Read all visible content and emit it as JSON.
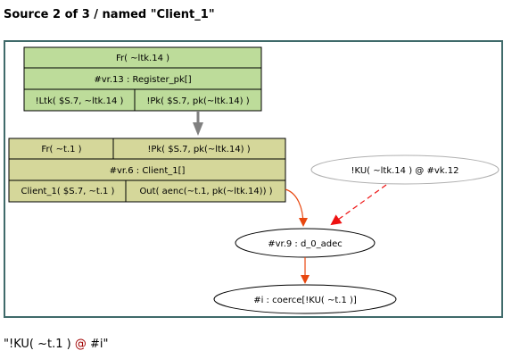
{
  "heading": "Source 2 of 3 / named \"Client_1\"",
  "colors": {
    "frame": "#3f6a6a",
    "register_node_fill": "#bddc9a",
    "client_node_fill": "#d5d79a",
    "edge_gray": "#808080",
    "edge_orange": "#e8470f",
    "edge_red_dashed": "#ee1111",
    "ellipse_gray_stroke": "#b0b0b0"
  },
  "nodes": {
    "register": {
      "top": "Fr( ~ltk.14 )",
      "middle": "#vr.13 : Register_pk[]",
      "bottom_left": "!Ltk( $S.7, ~ltk.14 )",
      "bottom_right": "!Pk( $S.7, pk(~ltk.14) )"
    },
    "client": {
      "top_left": "Fr( ~t.1 )",
      "top_right": "!Pk( $S.7, pk(~ltk.14) )",
      "middle": "#vr.6 : Client_1[]",
      "bottom_left": "Client_1( $S.7, ~t.1 )",
      "bottom_right": "Out( aenc(~t.1, pk(~ltk.14)) )"
    },
    "ku_ltk": "!KU( ~ltk.14 ) @ #vk.12",
    "d0adec": "#vr.9 : d_0_adec",
    "coerce": "#i : coerce[!KU( ~t.1 )]"
  },
  "footer": {
    "prefix": "\"!KU( ~t.1 )",
    "at": "@",
    "suffix": "#i\""
  }
}
